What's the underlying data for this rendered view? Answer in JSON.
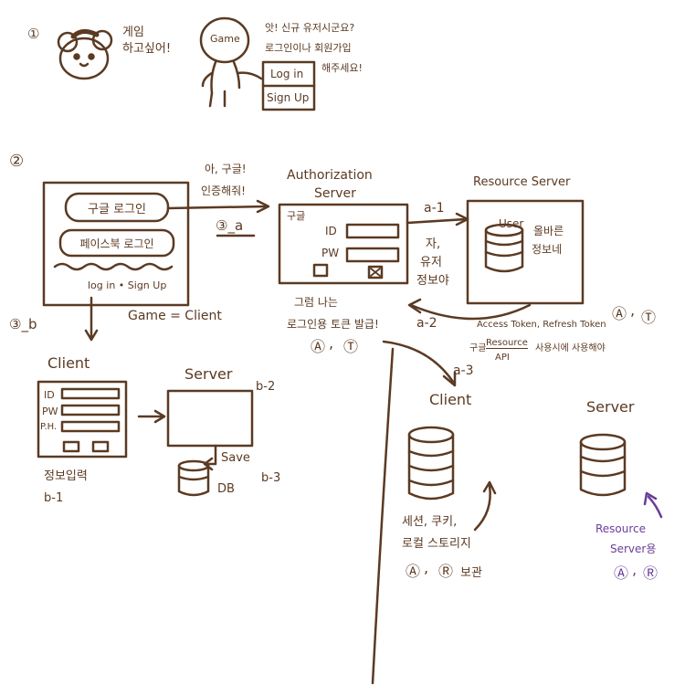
{
  "colors": {
    "ink": "#5b3a22",
    "purple": "#6a3d9a",
    "background": "#ffffff"
  },
  "step1": {
    "number": "①",
    "bear_speech_1": "게임",
    "bear_speech_2": "하고싶어!",
    "game_character": "Game",
    "game_speech_1": "앗! 신규 유저시군요?",
    "game_speech_2": "로그인이나 회원가입",
    "game_speech_3": "해주세요!",
    "sign_login": "Log in",
    "sign_signup": "Sign Up"
  },
  "step2": {
    "number": "②",
    "google_button": "구글 로그인",
    "facebook_button": "페이스북 로그인",
    "bottom_link": "log in • Sign Up",
    "game_equals_client": "Game = Client",
    "google_speech_1": "아, 구글!",
    "google_speech_2": "인증해줘!",
    "arrow_a": "③_a",
    "arrow_b": "③_b"
  },
  "authorization_server": {
    "title_1": "Authorization",
    "title_2": "Server",
    "google_label": "구글",
    "id_label": "ID",
    "pw_label": "PW",
    "under_1": "그럼 나는",
    "under_2": "로그인용 토큰 발급!",
    "token_a": "Ⓐ",
    "token_r_t": "Ⓣ",
    "comma": ","
  },
  "resource_server": {
    "title": "Resource Server",
    "user_label": "User",
    "text_1": "올바른",
    "text_2": "정보네",
    "a1_label": "a-1",
    "a1_text_1": "자,",
    "a1_text_2": "유저",
    "a1_text_3": "정보야",
    "a2_label": "a-2",
    "tokens_text": "Access Token, Refresh Token",
    "token_a": "Ⓐ",
    "token_t": "Ⓣ",
    "comma": ",",
    "note_1": "구글",
    "note_resource": "Resource",
    "note_2": "사용시에 사용해야",
    "note_api": "API"
  },
  "branch_b": {
    "client_title": "Client",
    "id_label": "ID",
    "pw_label": "PW",
    "ph_label": "P.H.",
    "input_caption": "정보입력",
    "b1_label": "b-1",
    "server_title": "Server",
    "b2_label": "b-2",
    "save_label": "Save",
    "db_label": "DB",
    "b3_label": "b-3"
  },
  "branch_a3": {
    "a3_label": "a-3",
    "client_title": "Client",
    "storage_1": "세션, 쿠키,",
    "storage_2": "로컬 스토리지",
    "keep_text": "보관",
    "token_a": "Ⓐ",
    "token_r": "Ⓡ",
    "comma": ",",
    "server_title": "Server",
    "resource_1": "Resource",
    "resource_2": "Server용",
    "res_token_a": "Ⓐ",
    "res_token_r": "Ⓡ",
    "res_comma": ","
  }
}
